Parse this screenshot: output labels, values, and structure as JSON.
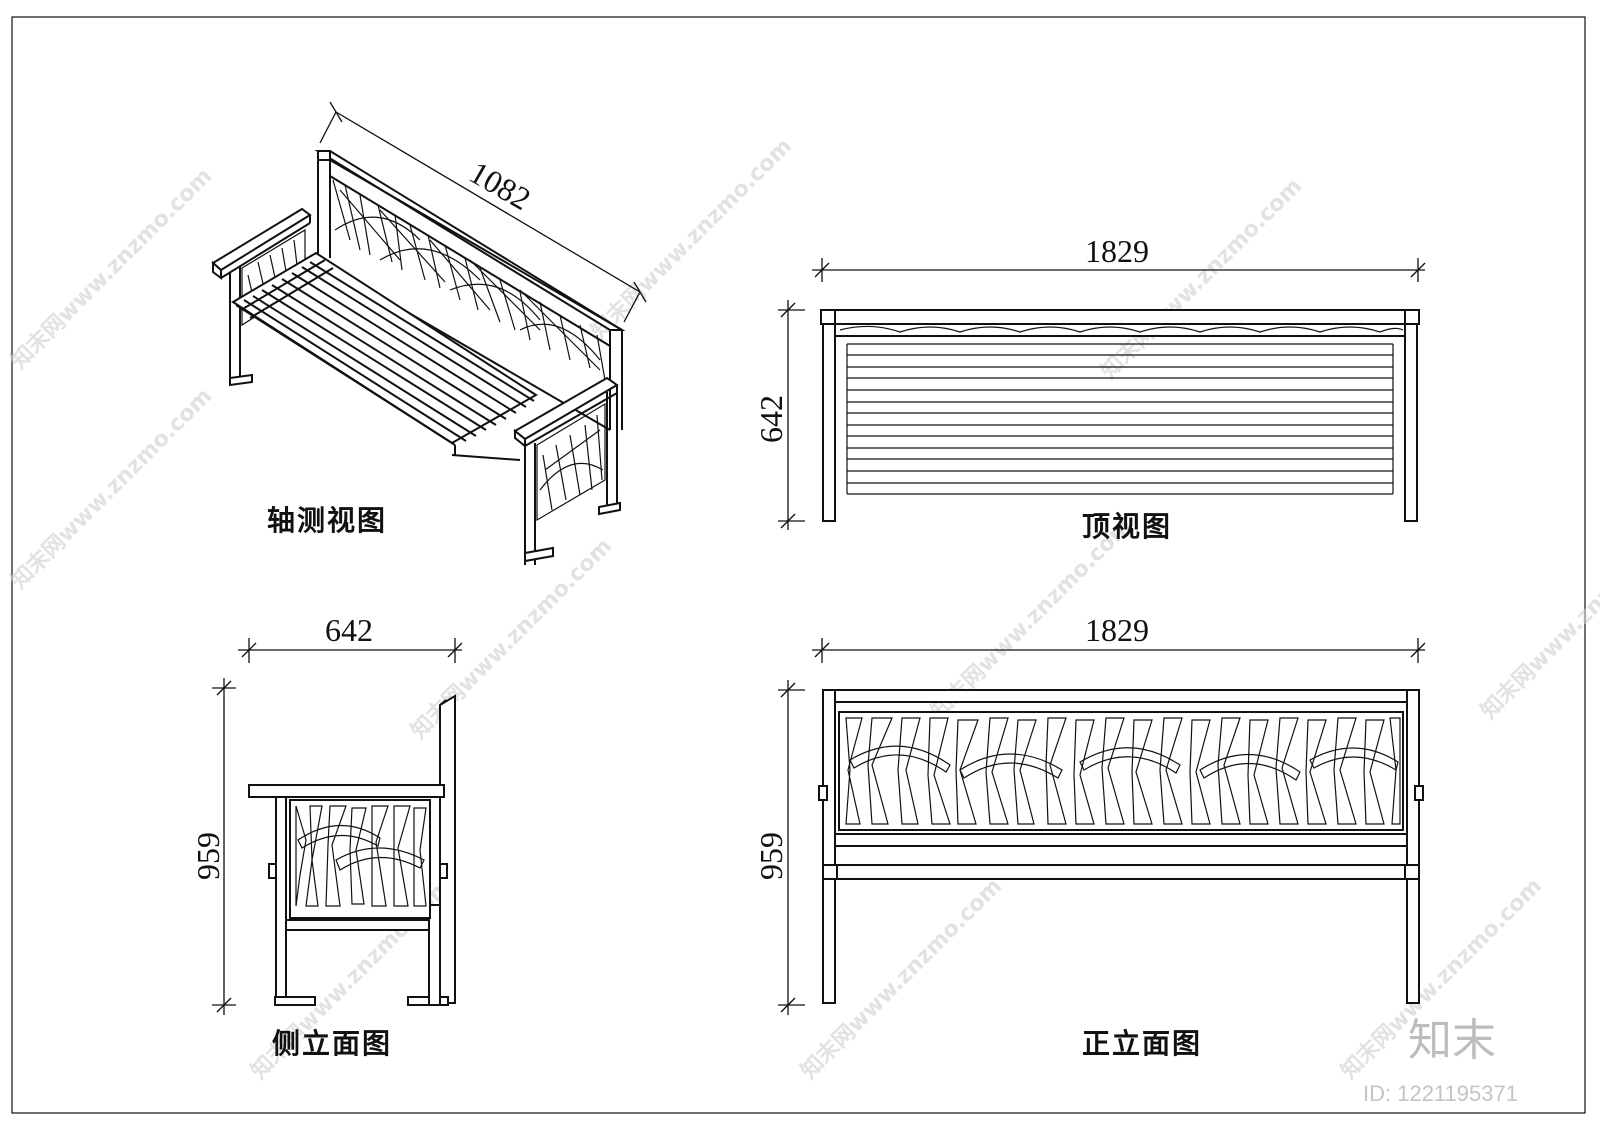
{
  "views": {
    "axonometric": {
      "title": "轴测视图",
      "dimension": "1082"
    },
    "top": {
      "title": "顶视图",
      "dimension_width": "1829",
      "dimension_depth": "642"
    },
    "side": {
      "title": "侧立面图",
      "dimension_width": "642",
      "dimension_height": "959"
    },
    "front": {
      "title": "正立面图",
      "dimension_width": "1829",
      "dimension_height": "959"
    }
  },
  "watermark": {
    "text": "知末网www.znzmo.com",
    "logo": "知末",
    "id_label": "ID: 1221195371"
  },
  "colors": {
    "line": "#111111",
    "background": "#ffffff",
    "watermark": "#c8c8c8"
  }
}
